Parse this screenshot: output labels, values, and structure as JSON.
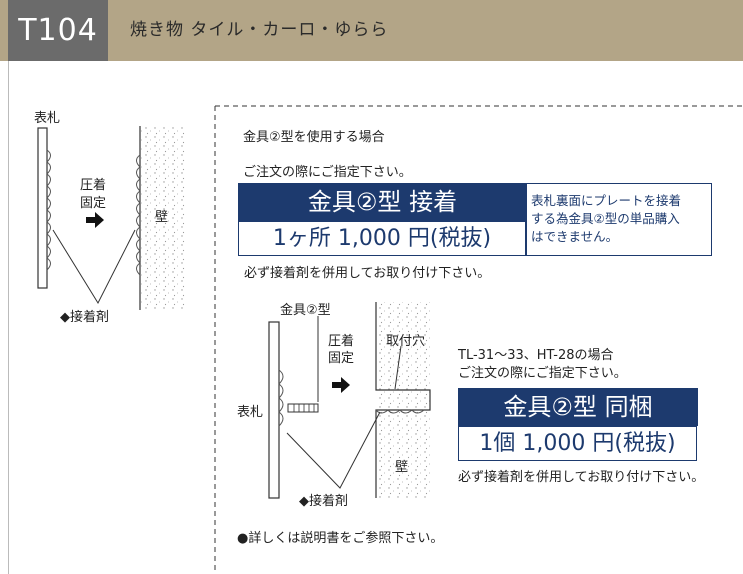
{
  "header": {
    "code": "T104",
    "title": "焼き物  タイル・カーロ・ゆらら"
  },
  "left_diagram": {
    "plate_label": "表札",
    "press_label_1": "圧着",
    "press_label_2": "固定",
    "wall_label": "壁",
    "adhesive_label": "◆接着剤"
  },
  "type2_section": {
    "heading": "金具②型を使用する場合",
    "order_note": "ご注文の際にご指定下さい。",
    "product_name": "金具②型 接着",
    "price": "1ヶ所 1,000 円(税抜)",
    "side_note": [
      "表札裏面にプレートを接着",
      "する為金具②型の単品購入",
      "はできません。"
    ],
    "adhesive_note": "必ず接着剤を併用してお取り付け下さい。"
  },
  "right_diagram": {
    "fitting_label": "金具②型",
    "press_label_1": "圧着",
    "press_label_2": "固定",
    "hole_label": "取付穴",
    "plate_label": "表札",
    "wall_label": "壁",
    "adhesive_label": "◆接着剤"
  },
  "bundle_section": {
    "heading": "TL-31～33、HT-28の場合",
    "order_note": "ご注文の際にご指定下さい。",
    "product_name": "金具②型 同梱",
    "price": "1個 1,000 円(税抜)",
    "adhesive_note": "必ず接着剤を併用してお取り付け下さい。"
  },
  "footer_note": "●詳しくは説明書をご参照下さい。",
  "colors": {
    "header_bg": "#b3a587",
    "code_bg": "#6b6b6b",
    "navy": "#1d3a6e"
  }
}
